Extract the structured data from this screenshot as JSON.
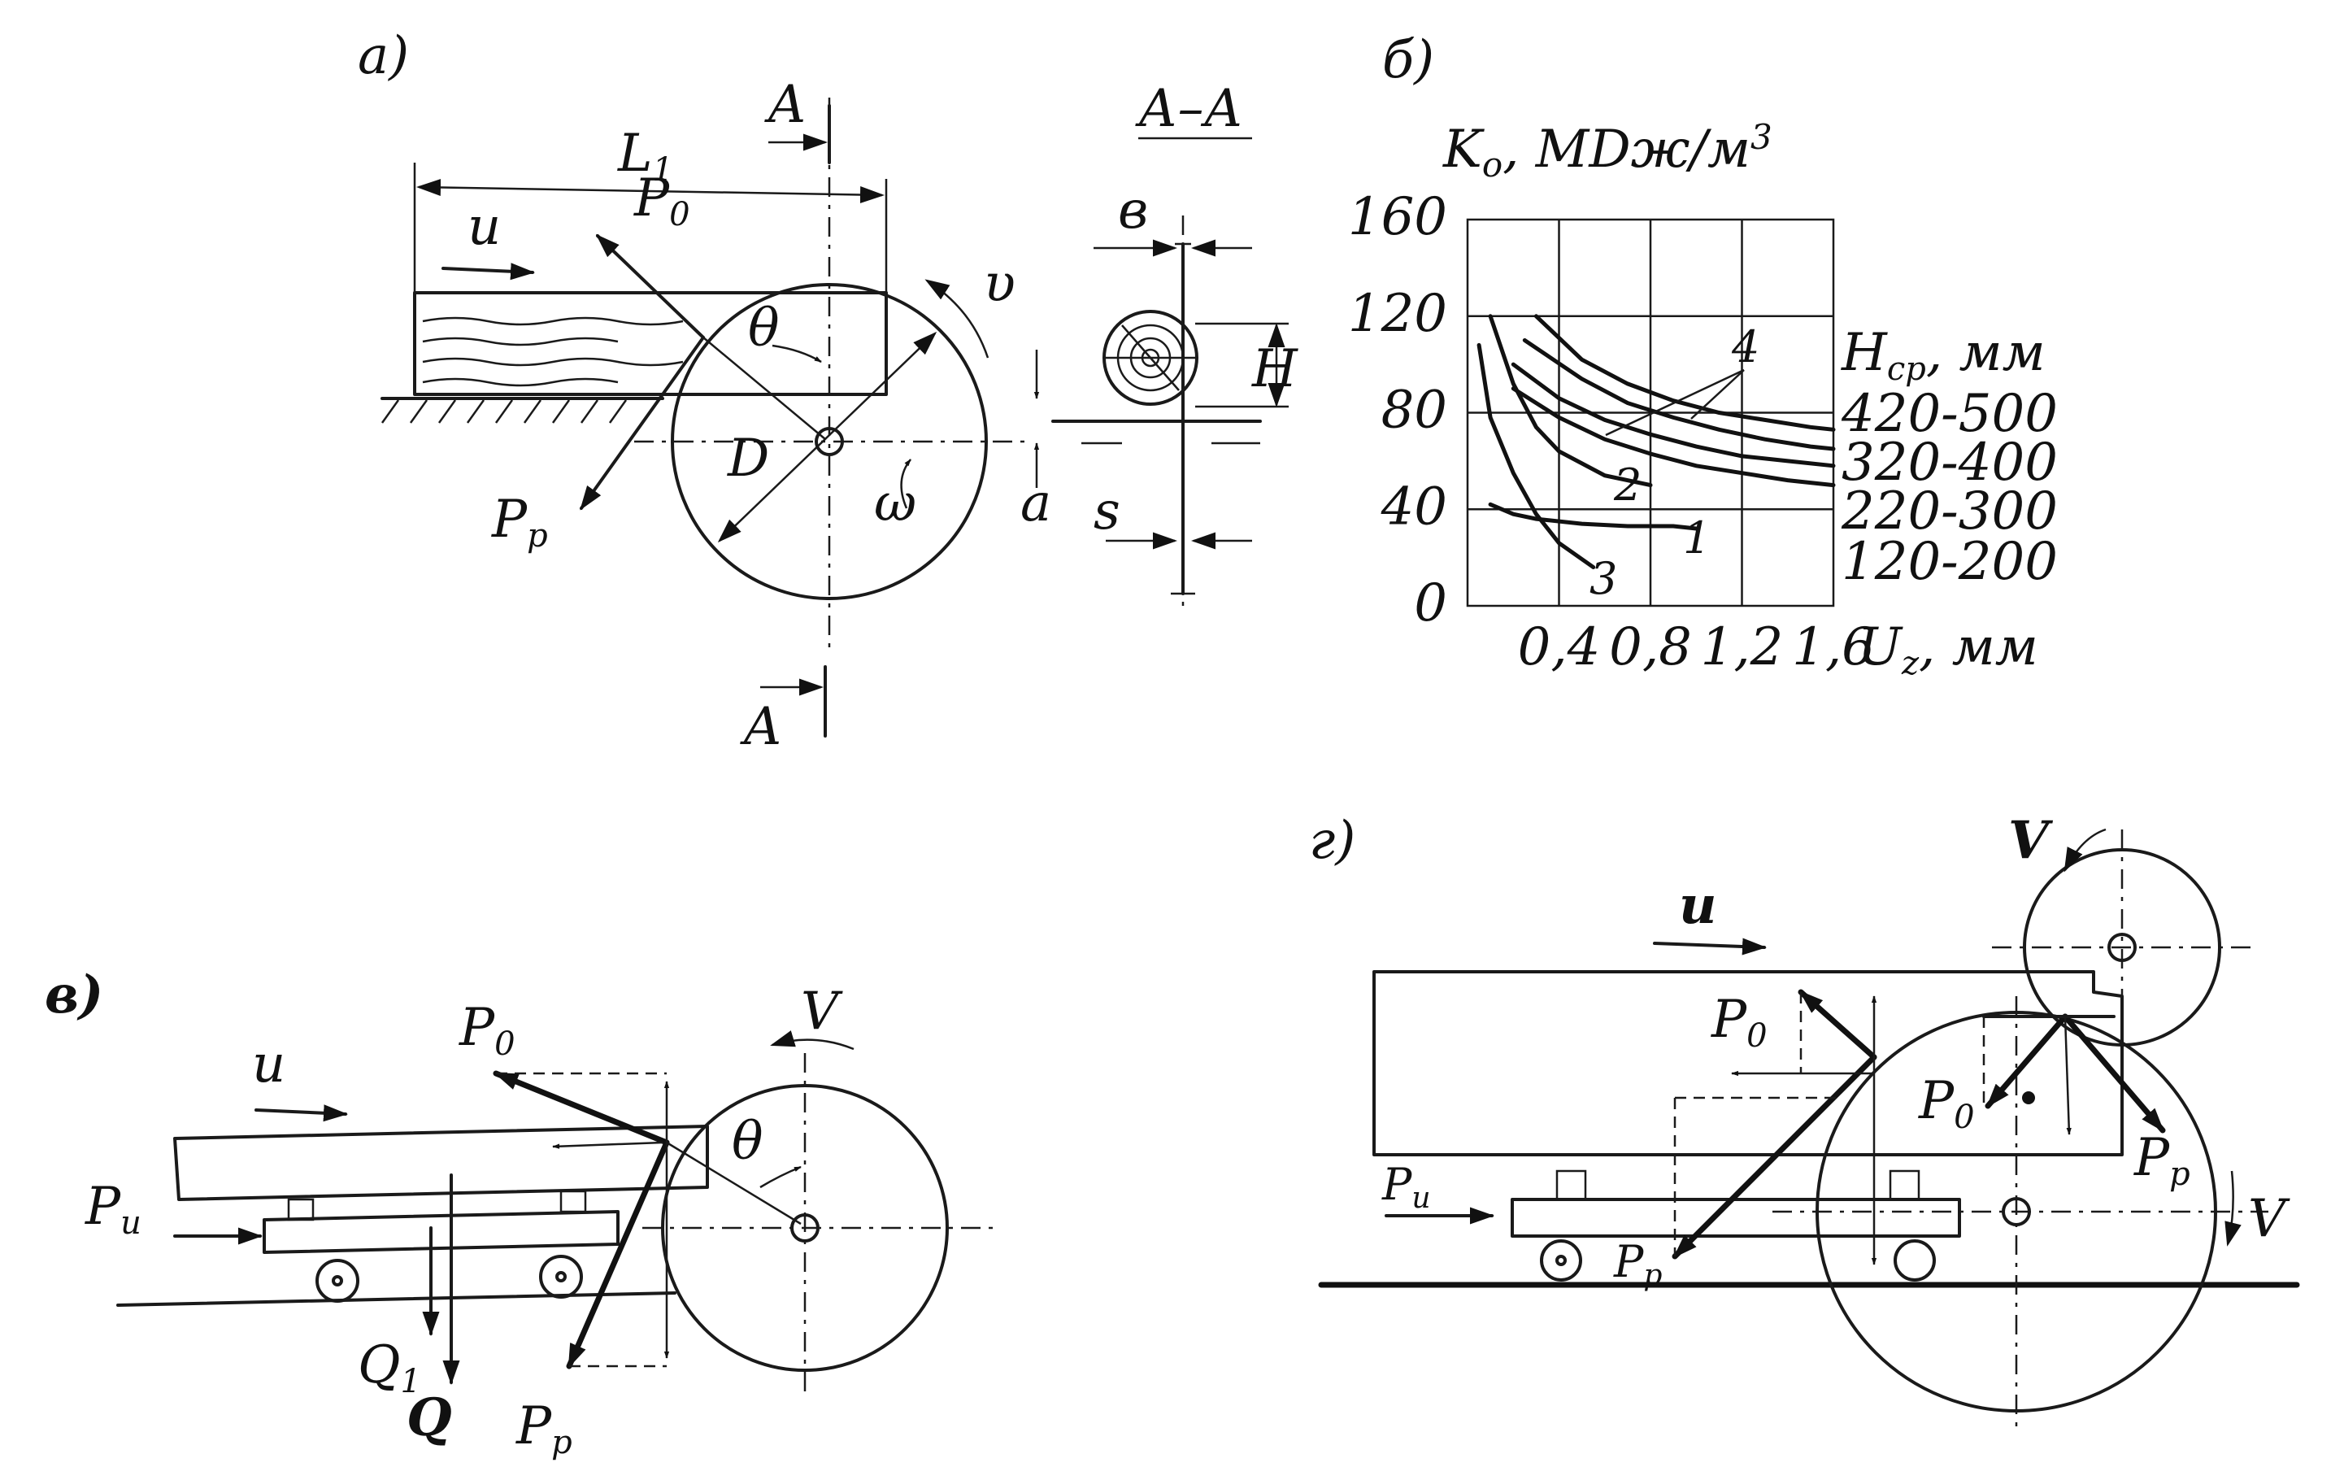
{
  "panels": {
    "a": {
      "tag": "а)",
      "section_label": "А–А",
      "section_mark": "A",
      "labels": {
        "L1": "L",
        "L1_sub": "1",
        "u": "u",
        "P0": "P",
        "P0_sub": "0",
        "Pp": "P",
        "Pp_sub": "p",
        "theta": "θ",
        "v": "υ",
        "D": "D",
        "omega": "ω",
        "a": "a",
        "b": "в",
        "H": "H",
        "s": "s"
      }
    },
    "b": {
      "tag": "б)",
      "y_label": "K",
      "y_label_sub": "o",
      "y_label_unit": ", МDж/м",
      "y_label_sup": "3",
      "x_label": "U",
      "x_label_sub": "z",
      "x_label_unit": ", мм",
      "legend_title": "H",
      "legend_title_sub": "cp",
      "legend_title_unit": ", мм",
      "legend_ranges": [
        "420-500",
        "320-400",
        "220-300",
        "120-200"
      ],
      "curve_labels": [
        "1",
        "2",
        "3",
        "4"
      ]
    },
    "v": {
      "tag": "в)",
      "labels": {
        "u": "u",
        "P0": "P",
        "P0_sub": "0",
        "V": "V",
        "theta": "θ",
        "Pu": "P",
        "Pu_sub": "u",
        "Q1": "Q",
        "Q1_sub": "1",
        "Q": "Q",
        "Pp": "P",
        "Pp_sub": "p"
      }
    },
    "g": {
      "tag": "г)",
      "labels": {
        "V_top": "V",
        "u": "u",
        "P0": "P",
        "P0_sub": "0",
        "P0_b": "P",
        "P0_b_sub": "0",
        "Pp_r": "P",
        "Pp_r_sub": "p",
        "V_right": "V",
        "Pu": "P",
        "Pu_sub": "u",
        "Pp_l": "P",
        "Pp_l_sub": "p"
      }
    }
  },
  "chart_data": {
    "type": "line",
    "title": "",
    "xlabel": "Uz, мм",
    "ylabel": "Ko, МDж/м3",
    "x_ticks": [
      "0,4",
      "0,8",
      "1,2",
      "1,6"
    ],
    "y_ticks": [
      "0",
      "40",
      "80",
      "120",
      "160"
    ],
    "xlim": [
      0,
      1.6
    ],
    "ylim": [
      0,
      160
    ],
    "grid": true,
    "legend": "right",
    "series": [
      {
        "name": "1",
        "x": [
          0.1,
          0.2,
          0.3,
          0.5,
          0.7,
          0.9,
          1.0
        ],
        "y": [
          42,
          38,
          36,
          34,
          33,
          33,
          32
        ]
      },
      {
        "name": "2",
        "x": [
          0.1,
          0.2,
          0.3,
          0.4,
          0.6,
          0.8
        ],
        "y": [
          120,
          92,
          74,
          64,
          54,
          50
        ]
      },
      {
        "name": "3",
        "x": [
          0.05,
          0.1,
          0.2,
          0.3,
          0.4,
          0.55
        ],
        "y": [
          108,
          78,
          55,
          38,
          26,
          16
        ]
      },
      {
        "name": "4",
        "x": [
          0.3,
          0.5,
          0.7,
          0.9,
          1.1,
          1.3,
          1.5,
          1.6
        ],
        "y": [
          120,
          102,
          92,
          85,
          80,
          77,
          74,
          73
        ]
      },
      {
        "name": "",
        "x": [
          0.25,
          0.5,
          0.7,
          0.9,
          1.1,
          1.3,
          1.5,
          1.6
        ],
        "y": [
          110,
          94,
          84,
          78,
          73,
          69,
          66,
          65
        ]
      },
      {
        "name": "",
        "x": [
          0.2,
          0.4,
          0.6,
          0.8,
          1.0,
          1.2,
          1.4,
          1.6
        ],
        "y": [
          100,
          86,
          77,
          71,
          66,
          62,
          60,
          58
        ]
      },
      {
        "name": "",
        "x": [
          0.2,
          0.4,
          0.6,
          0.8,
          1.0,
          1.2,
          1.4,
          1.6
        ],
        "y": [
          90,
          78,
          69,
          63,
          58,
          55,
          52,
          50
        ]
      }
    ]
  }
}
